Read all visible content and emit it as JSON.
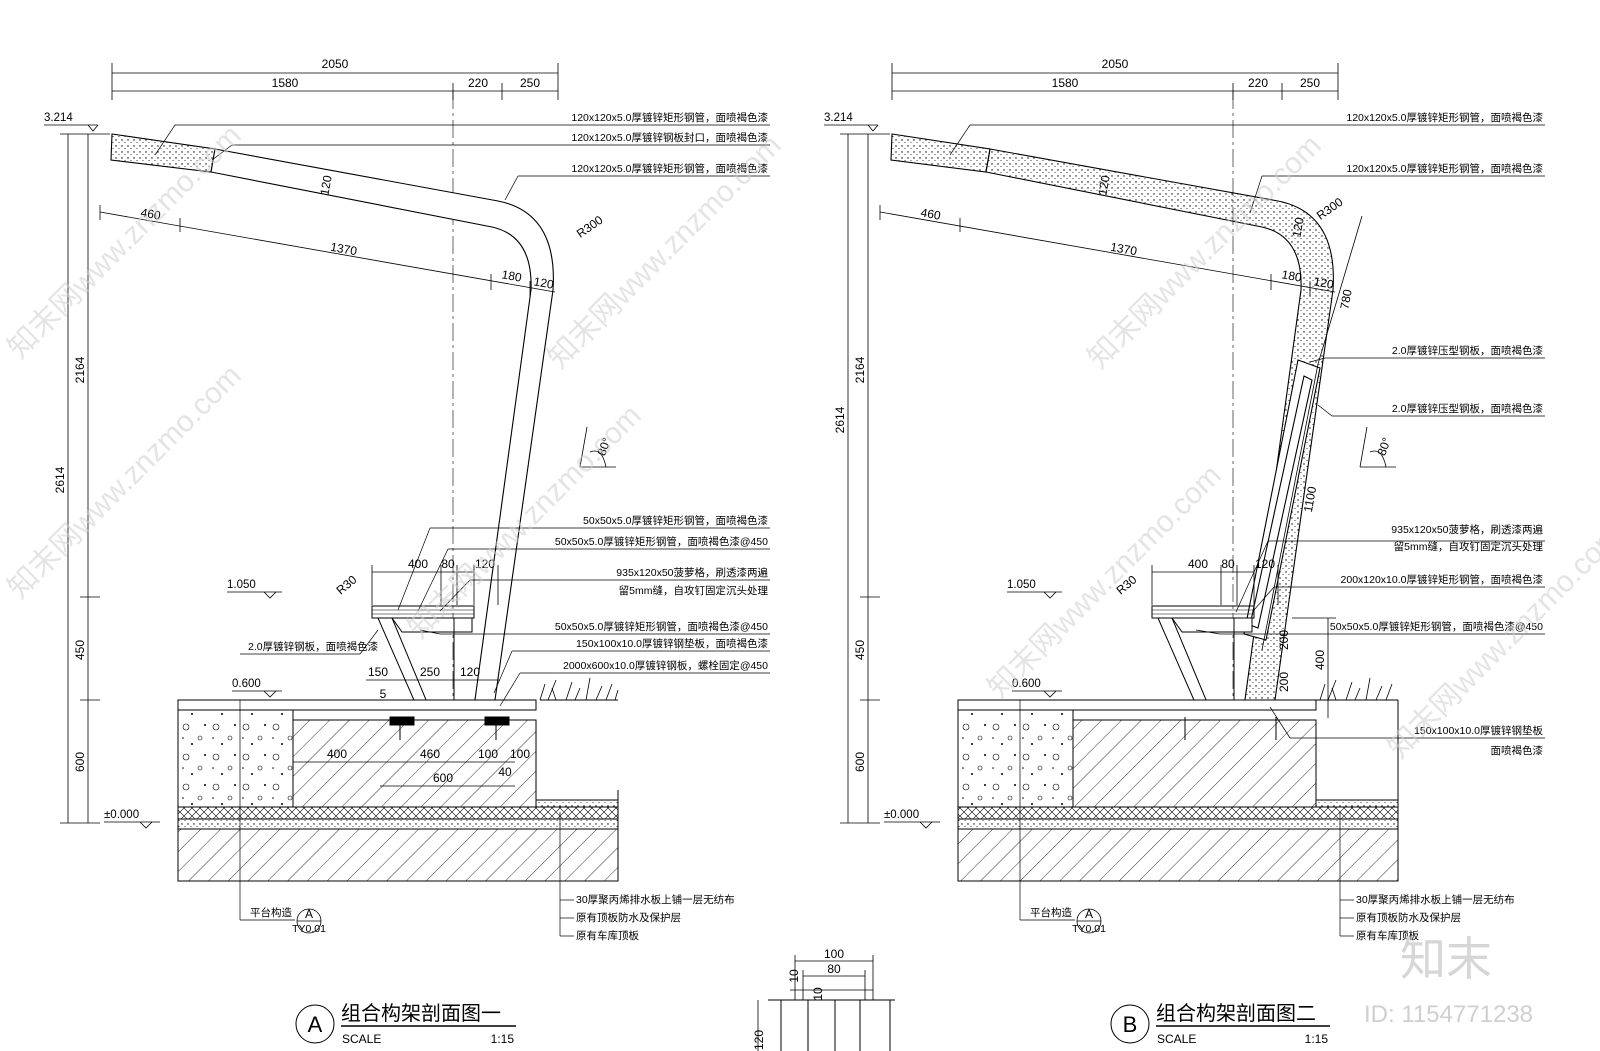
{
  "left": {
    "top_dims": {
      "total": "2050",
      "a": "1580",
      "b": "220",
      "c": "250"
    },
    "elev_top": "3.214",
    "dims": {
      "d460": "460",
      "d1370": "1370",
      "d180": "180",
      "d120": "120",
      "t120": "120",
      "r300": "R300",
      "v2614": "2614",
      "v2164": "2164",
      "v450": "450",
      "v600": "600"
    },
    "angle": "80°",
    "seat_dims": {
      "d400": "400",
      "d80": "80",
      "d120": "120",
      "r30": "R30"
    },
    "elev_1050": "1.050",
    "elev_0600": "0.600",
    "elev_0000": "±0.000",
    "base_dims": {
      "d150": "150",
      "d5": "5",
      "d250": "250",
      "d120": "120",
      "d400": "400",
      "d460": "460",
      "d100a": "100",
      "d100b": "100",
      "d40": "40",
      "d600": "600"
    },
    "notes": [
      "120x120x5.0厚镀锌矩形钢管，面喷褐色漆",
      "120x120x5.0厚镀锌钢板封口，面喷褐色漆",
      "120x120x5.0厚镀锌矩形钢管，面喷褐色漆",
      "50x50x5.0厚镀锌矩形钢管，面喷褐色漆",
      "50x50x5.0厚镀锌矩形钢管，面喷褐色漆@450",
      "935x120x50菠萝格，刷透漆两遍",
      "留5mm缝，自攻钉固定沉头处理",
      "50x50x5.0厚镀锌矩形钢管，面喷褐色漆@450",
      "150x100x10.0厚镀锌钢垫板，面喷褐色漆",
      "2000x600x10.0厚镀锌钢板，螺栓固定@450"
    ],
    "note_left": "2.0厚镀锌钢板，面喷褐色漆",
    "bottom_notes": [
      "30厚聚丙烯排水板上铺一层无纺布",
      "原有顶板防水及保护层",
      "原有车库顶板"
    ],
    "platform": "平台构造",
    "ref_letter": "A",
    "ref_sheet": "TY0.01",
    "title_letter": "A",
    "title": "组合构架剖面图一",
    "scale_label": "SCALE",
    "scale_value": "1:15"
  },
  "right": {
    "top_dims": {
      "total": "2050",
      "a": "1580",
      "b": "220",
      "c": "250"
    },
    "elev_top": "3.214",
    "dims": {
      "d460": "460",
      "d1370": "1370",
      "d180": "180",
      "d120": "120",
      "t120a": "120",
      "t120b": "120",
      "r300": "R300",
      "d780": "780",
      "d1100": "1100",
      "v2614": "2614",
      "v2164": "2164",
      "v450": "450",
      "v600": "600",
      "d200a": "200",
      "d400": "400",
      "d200b": "200"
    },
    "angle": "80°",
    "seat_dims": {
      "d400": "400",
      "d80": "80",
      "d120": "120",
      "r30": "R30"
    },
    "elev_1050": "1.050",
    "elev_0600": "0.600",
    "elev_0000": "±0.000",
    "notes": [
      "120x120x5.0厚镀锌矩形钢管，面喷褐色漆",
      "120x120x5.0厚镀锌矩形钢管，面喷褐色漆",
      "2.0厚镀锌压型钢板，面喷褐色漆",
      "2.0厚镀锌压型钢板，面喷褐色漆",
      "935x120x50菠萝格，刷透漆两遍",
      "留5mm缝，自攻钉固定沉头处理",
      "200x120x10.0厚镀锌矩形钢管，面喷褐色漆",
      "50x50x5.0厚镀锌矩形钢管，面喷褐色漆@450",
      "150x100x10.0厚镀锌钢垫板",
      "面喷褐色漆"
    ],
    "bottom_notes": [
      "30厚聚丙烯排水板上铺一层无纺布",
      "原有顶板防水及保护层",
      "原有车库顶板"
    ],
    "platform": "平台构造",
    "ref_letter": "A",
    "ref_sheet": "TY0.01",
    "title_letter": "B",
    "title": "组合构架剖面图二",
    "scale_label": "SCALE",
    "scale_value": "1:15"
  },
  "detail": {
    "d100": "100",
    "d80": "80",
    "d10a": "10",
    "d10b": "10",
    "d120": "120"
  },
  "watermark": "知末网www.znzmo.com",
  "brand": {
    "logo": "知末",
    "id": "ID: 1154771238"
  }
}
